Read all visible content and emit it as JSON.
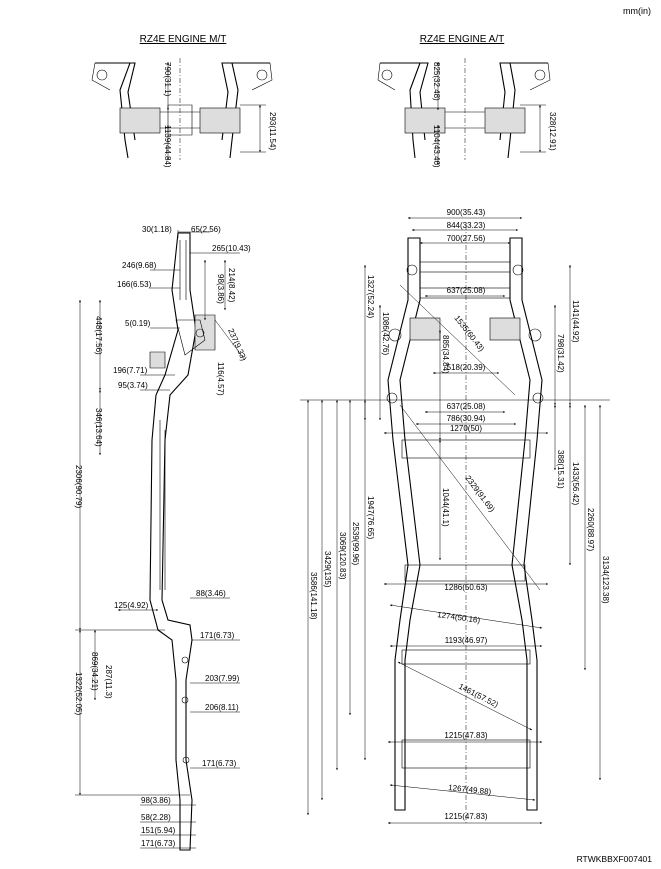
{
  "header": {
    "units": "mm(in)"
  },
  "footer": {
    "code": "RTWKBBXF007401"
  },
  "diagrams": {
    "mt": {
      "title": "RZ4E ENGINE M/T",
      "dims": {
        "d790": "790(31.1)",
        "d293": "293(11.54)",
        "d1139": "1139(44.84)"
      }
    },
    "at": {
      "title": "RZ4E ENGINE A/T",
      "dims": {
        "d825": "825(32.48)",
        "d328": "328(12.91)",
        "d1104": "1104(43.46)"
      }
    },
    "side": {
      "dims": {
        "d30": "30(1.18)",
        "d65": "65(2.56)",
        "d265": "265(10.43)",
        "d246": "246(9.68)",
        "d214": "214(8.42)",
        "d98a": "98(3.86)",
        "d166": "166(6.53)",
        "d448": "448(17.56)",
        "d5": "5(0.19)",
        "d237": "237(9.33)",
        "d116": "116(4.57)",
        "d196": "196(7.71)",
        "d95": "95(3.74)",
        "d346": "346(13.64)",
        "d2306": "2306(90.79)",
        "d88": "88(3.46)",
        "d125": "125(4.92)",
        "d171a": "171(6.73)",
        "d869": "869(34.21)",
        "d287": "287(11.3)",
        "d203": "203(7.99)",
        "d1322": "1322(52.05)",
        "d206": "206(8.11)",
        "d171b": "171(6.73)",
        "d98b": "98(3.86)",
        "d58": "58(2.28)",
        "d151": "151(5.94)",
        "d171c": "171(6.73)"
      }
    },
    "top": {
      "dims": {
        "d900": "900(35.43)",
        "d844": "844(33.23)",
        "d700": "700(27.56)",
        "d637a": "637(25.08)",
        "d1327": "1327(52.24)",
        "d1086": "1086(42.76)",
        "d1535": "1535(60.43)",
        "d885": "885(34.84)",
        "d1141": "1141(44.92)",
        "d798": "798(31.42)",
        "d518": "518(20.39)",
        "d637b": "637(25.08)",
        "d786": "786(30.94)",
        "d1270": "1270(50)",
        "d388": "388(15.31)",
        "d1433": "1433(56.42)",
        "d1044": "1044(41.1)",
        "d2329": "2329(91.69)",
        "d1947": "1947(76.65)",
        "d2260": "2260(88.97)",
        "d2539": "2539(99.96)",
        "d3069": "3069(120.83)",
        "d3134": "3134(123.38)",
        "d3429": "3429(135)",
        "d3586": "3586(141.18)",
        "d1286": "1286(50.63)",
        "d1274": "1274(50.16)",
        "d1193": "1193(46.97)",
        "d1461": "1461(57.52)",
        "d1215a": "1215(47.83)",
        "d1267": "1267(49.88)",
        "d1215b": "1215(47.83)"
      }
    }
  }
}
